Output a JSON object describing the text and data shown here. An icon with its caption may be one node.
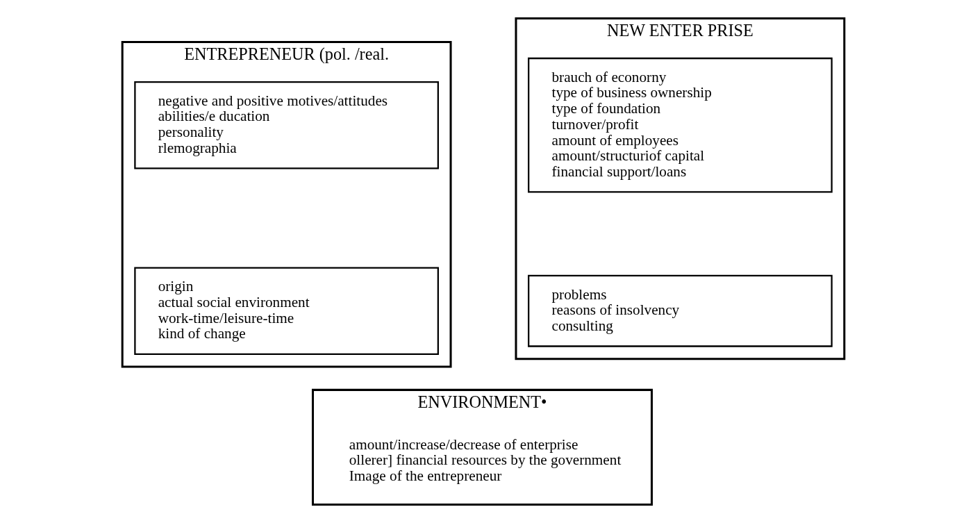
{
  "diagram": {
    "nodes": [
      {
        "text": [
          "ENTREPRENEUR (pol. /real."
        ]
      },
      {
        "text": [
          "negative and positive motives/attitudes",
          "abilities/e ducation",
          "personality",
          "rlemographia"
        ],
        "in": 0
      },
      {
        "text": [
          "origin",
          "actual social environment",
          "work-time/leisure-time",
          "kind of change"
        ],
        "in": 0
      },
      {
        "text": [
          "NEW ENTER PRISE"
        ]
      },
      {
        "text": [
          "brauch of econorny",
          "type of business ownership",
          "type of foundation",
          "turnover/profit",
          "amount of employees",
          "amount/structuriof capital",
          "financial support/loans"
        ],
        "in": 3
      },
      {
        "text": [
          "problems",
          "reasons of insolvency",
          "consulting"
        ],
        "in": 3
      },
      {
        "text": [
          "ENVIRONMENT•"
        ]
      },
      {
        "text": [
          "amount/increase/decrease of enterprise",
          "ollerer] financial resources by the government",
          "Image of the entrepreneur"
        ],
        "in": 6
      }
    ],
    "edges": []
  }
}
